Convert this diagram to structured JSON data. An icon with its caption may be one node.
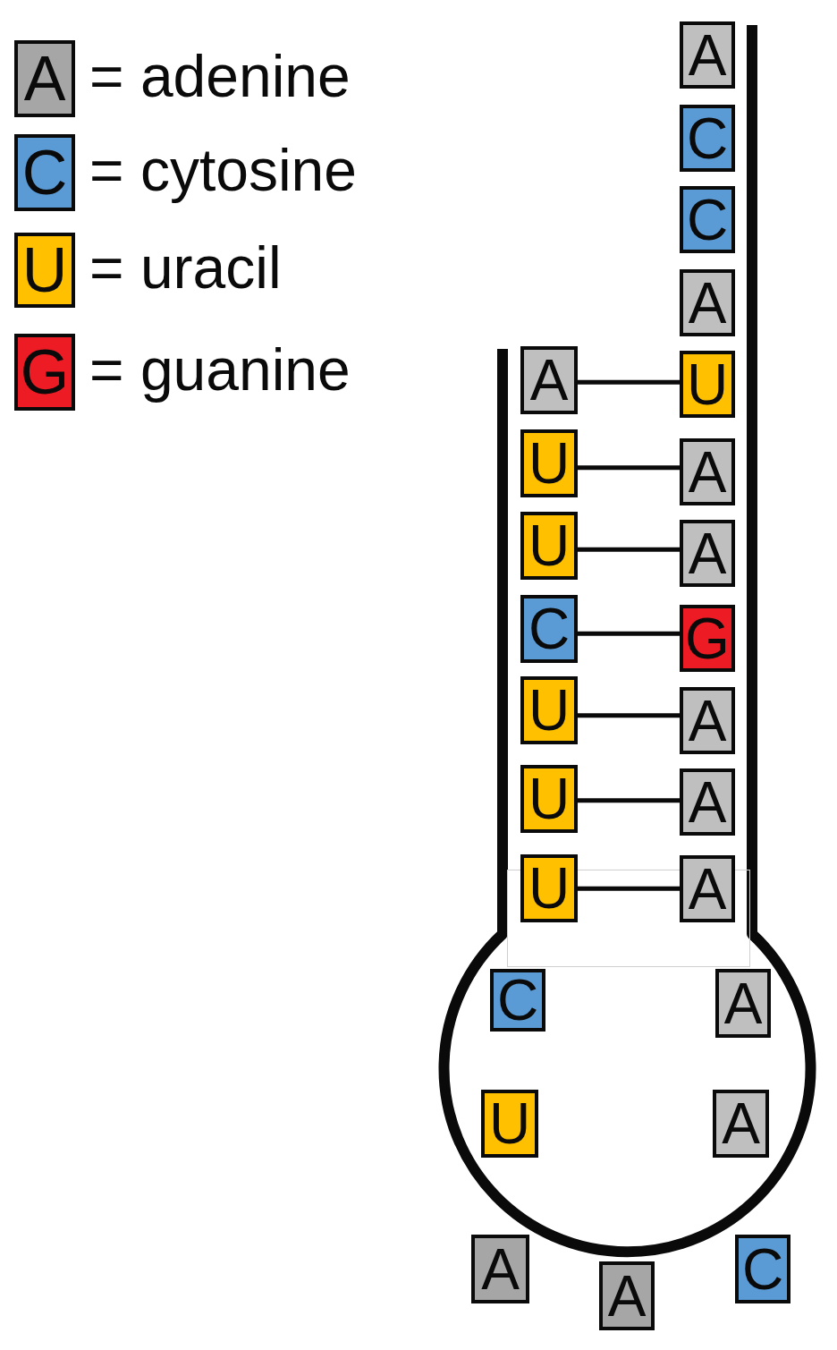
{
  "diagram": {
    "nodes": [
      {
        "text": [
          "A"
        ]
      },
      {
        "text": [
          "C"
        ]
      },
      {
        "text": [
          "C"
        ]
      },
      {
        "text": [
          "A"
        ]
      },
      {
        "text": [
          "A"
        ]
      },
      {
        "text": [
          "U"
        ]
      },
      {
        "text": [
          "U"
        ]
      },
      {
        "text": [
          "A"
        ]
      },
      {
        "text": [
          "U"
        ]
      },
      {
        "text": [
          "A"
        ]
      },
      {
        "text": [
          "C"
        ]
      },
      {
        "text": [
          "G"
        ]
      },
      {
        "text": [
          "U"
        ]
      },
      {
        "text": [
          "A"
        ]
      },
      {
        "text": [
          "U"
        ]
      },
      {
        "text": [
          "A"
        ]
      },
      {
        "text": [
          "U"
        ]
      },
      {
        "text": [
          "A"
        ]
      },
      {
        "text": [
          "C"
        ]
      },
      {
        "text": [
          "A"
        ]
      },
      {
        "text": [
          "U"
        ]
      },
      {
        "text": [
          "A"
        ]
      },
      {
        "text": [
          "A"
        ]
      },
      {
        "text": [
          "A"
        ]
      },
      {
        "text": [
          "C"
        ]
      }
    ],
    "edges": [
      {
        "from": 4,
        "to": 5,
        "arrow": "none"
      },
      {
        "from": 6,
        "to": 7,
        "arrow": "none"
      },
      {
        "from": 8,
        "to": 9,
        "arrow": "none"
      },
      {
        "from": 10,
        "to": 11,
        "arrow": "none"
      },
      {
        "from": 12,
        "to": 13,
        "arrow": "none"
      },
      {
        "from": 14,
        "to": 15,
        "arrow": "none"
      },
      {
        "from": 16,
        "to": 17,
        "arrow": "none"
      }
    ],
    "labels": [
      "A",
      "C",
      "U",
      "G"
    ],
    "legend": [
      {
        "text": "= adenine",
        "color": "#a6a6a6"
      },
      {
        "text": "= cytosine",
        "color": "#5b9bd5"
      },
      {
        "text": "= uracil",
        "color": "#ffc000"
      },
      {
        "text": "= guanine",
        "color": "#ed1c24"
      }
    ]
  }
}
